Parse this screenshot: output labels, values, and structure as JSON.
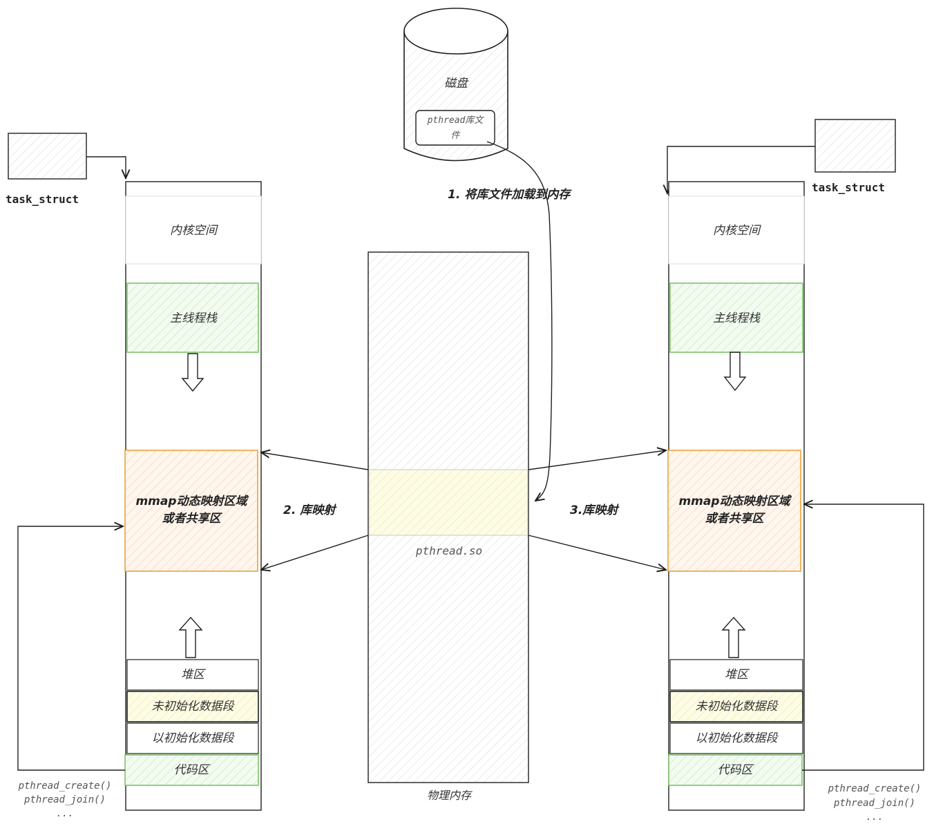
{
  "disk": {
    "label": "磁盘",
    "file_label_line1": "pthread库文",
    "file_label_line2": "件"
  },
  "steps": {
    "load": "1. 将库文件加载到内存",
    "map_left": "2. 库映射",
    "map_right": "3.库映射"
  },
  "physical_memory": {
    "label": "物理内存",
    "so_label": "pthread.so"
  },
  "left_process": {
    "task_struct": "task_struct",
    "kernel": "内核空间",
    "stack": "主线程栈",
    "mmap_line1": "mmap动态映射区域",
    "mmap_line2": "或者共享区",
    "heap": "堆区",
    "bss": "未初始化数据段",
    "data": "以初始化数据段",
    "code": "代码区",
    "calls": [
      "pthread_create()",
      "pthread_join()",
      "..."
    ]
  },
  "right_process": {
    "task_struct": "task_struct",
    "kernel": "内核空间",
    "stack": "主线程栈",
    "mmap_line1": "mmap动态映射区域",
    "mmap_line2": "或者共享区",
    "heap": "堆区",
    "bss": "未初始化数据段",
    "data": "以初始化数据段",
    "code": "代码区",
    "calls": [
      "pthread_create()",
      "pthread_join()",
      "..."
    ]
  },
  "colors": {
    "stack_fill": "#d3f0d3",
    "stack_stroke": "#7cc36b",
    "mmap_fill": "#fde2d2",
    "mmap_stroke": "#e8a33a",
    "bss_fill": "#fbf7c6",
    "code_fill": "#d9f2d4",
    "so_fill": "#faf8c4",
    "hatch": "#dadada"
  }
}
